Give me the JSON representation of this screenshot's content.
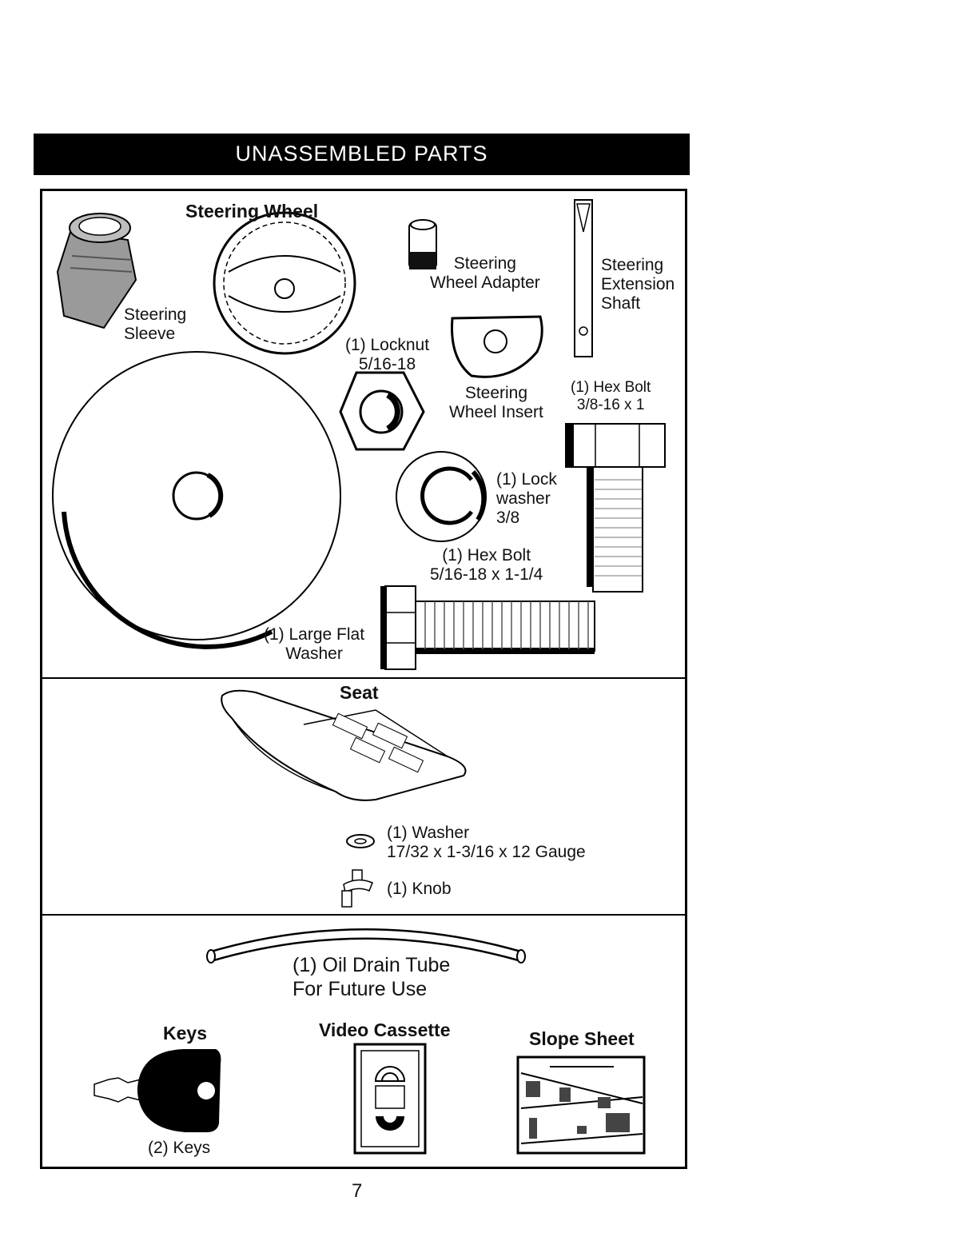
{
  "header": {
    "title": "UNASSEMBLED PARTS"
  },
  "section1": {
    "steering_wheel": "Steering Wheel",
    "steering_sleeve": "Steering\nSleeve",
    "wheel_adapter": "Steering\nWheel Adapter",
    "extension_shaft": "Steering\nExtension\nShaft",
    "locknut": "(1) Locknut\n5/16-18",
    "wheel_insert": "Steering\nWheel Insert",
    "hex_bolt_large": "(1) Hex Bolt\n3/8-16 x 1",
    "lock_washer": "(1) Lock\nwasher\n3/8",
    "hex_bolt_small": "(1) Hex Bolt\n5/16-18 x 1-1/4",
    "large_flat_washer": "(1) Large Flat\nWasher"
  },
  "section2": {
    "seat": "Seat",
    "washer": "(1) Washer\n17/32 x 1-3/16 x 12 Gauge",
    "knob": "(1) Knob"
  },
  "section3": {
    "oil_drain_tube": "(1) Oil Drain Tube\nFor Future Use",
    "keys_title": "Keys",
    "keys_count": "(2) Keys",
    "video_cassette": "Video Cassette",
    "slope_sheet": "Slope Sheet"
  },
  "page_number": "7"
}
